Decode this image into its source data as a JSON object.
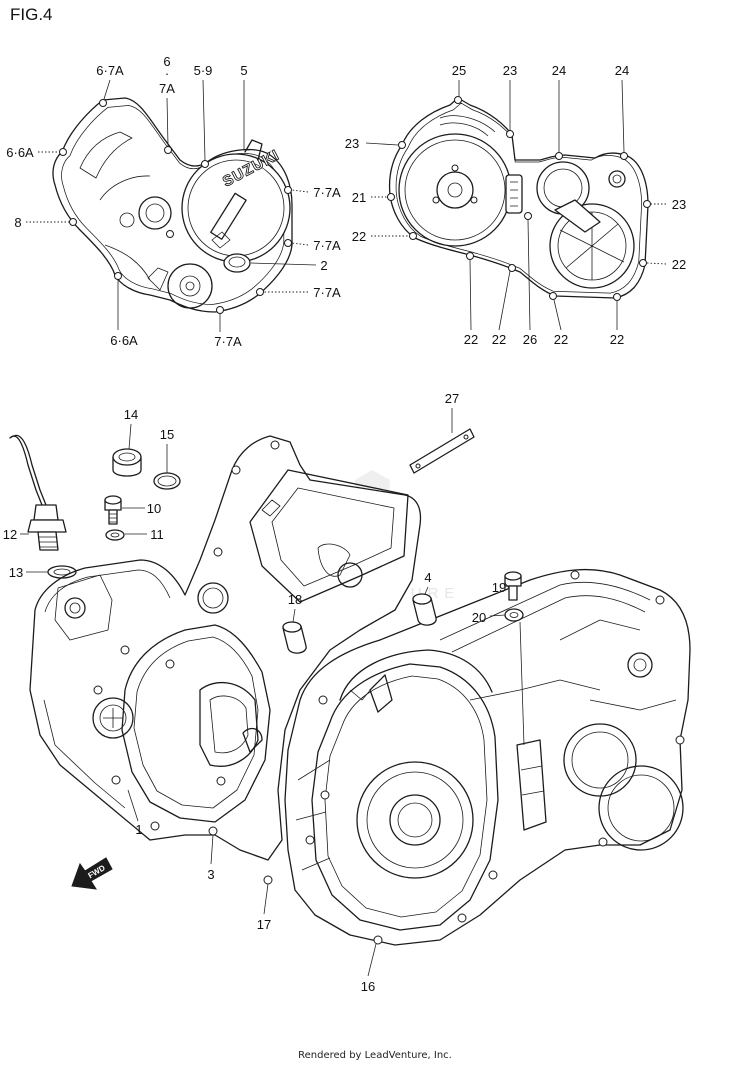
{
  "figure": {
    "title": "FIG.4",
    "footer": "Rendered by LeadVenture, Inc.",
    "watermark": "LEADVENTURE",
    "cover_logo": "SUZUKI",
    "fwd_label": "FWD"
  },
  "callouts": {
    "top_left": [
      "6·7A",
      "5·9",
      "5",
      "6·6A",
      "8",
      "7·7A",
      "7·7A",
      "2",
      "7·7A",
      "6·6A",
      "7·7A"
    ],
    "top_left_stacked": [
      "6",
      "·",
      "7A"
    ],
    "top_right": [
      "25",
      "23",
      "24",
      "24",
      "23",
      "21",
      "22",
      "23",
      "22",
      "22",
      "22",
      "26",
      "22",
      "22"
    ],
    "main": [
      "27",
      "14",
      "15",
      "12",
      "10",
      "11",
      "13",
      "4",
      "19",
      "18",
      "20",
      "1",
      "3",
      "17",
      "16"
    ]
  }
}
